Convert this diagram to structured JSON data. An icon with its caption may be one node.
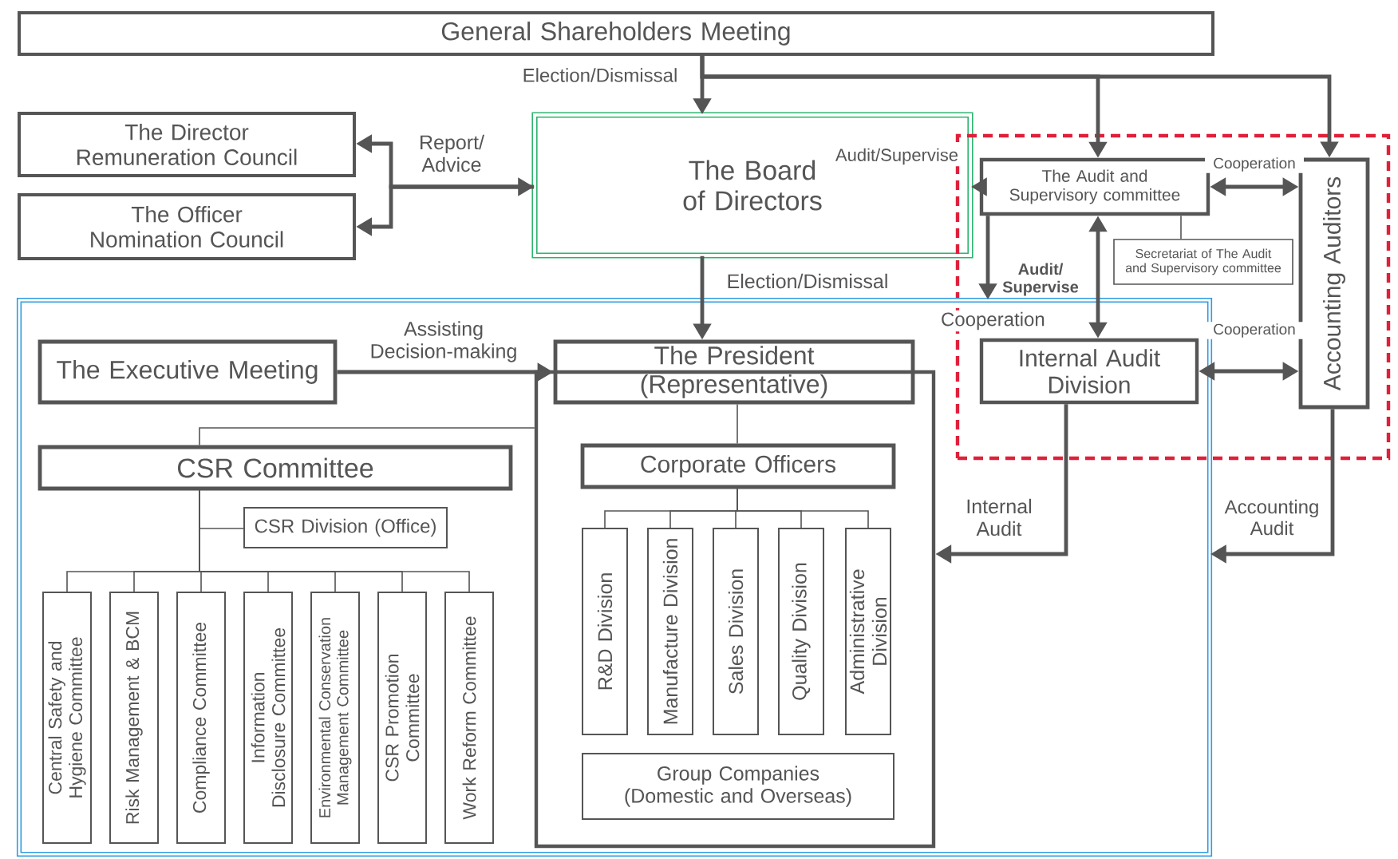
{
  "diagram": {
    "nodes": [
      {
        "text": [
          "General Shareholders Meeting"
        ]
      },
      {
        "text": [
          "The Director Remuneration Council"
        ]
      },
      {
        "text": [
          "The Officer Nomination Council"
        ]
      },
      {
        "text": [
          "The Board of Directors"
        ]
      },
      {
        "text": [],
        "shape": "box"
      },
      {
        "text": [
          "The Audit and Supervisory committee"
        ],
        "in": 4
      },
      {
        "text": [
          "Accounting Auditors"
        ],
        "in": 4
      },
      {
        "text": [
          "Secretariat of The Audit and Supervisory committee"
        ],
        "in": 4
      },
      {
        "text": [],
        "shape": "box"
      },
      {
        "text": [
          "The Executive Meeting"
        ],
        "in": 8
      },
      {
        "text": [
          "The President (Representative)"
        ],
        "in": 8
      },
      {
        "text": [
          "Internal Audit Division"
        ]
      },
      {
        "text": [],
        "shape": "box",
        "in": 8
      },
      {
        "text": [
          "CSR Committee"
        ],
        "in": 8
      },
      {
        "text": [
          "CSR Division (Office)"
        ],
        "in": 8
      },
      {
        "text": [
          "Central Safety and Hygiene Committee"
        ],
        "in": 8
      },
      {
        "text": [
          "Risk Management & BCM"
        ],
        "in": 8
      },
      {
        "text": [
          "Compliance Committee"
        ],
        "in": 8
      },
      {
        "text": [
          "Information Disclosure Committee"
        ],
        "in": 8
      },
      {
        "text": [
          "Environmental Conservation Management Committee"
        ],
        "in": 8
      },
      {
        "text": [
          "CSR Promotion Committee"
        ],
        "in": 8
      },
      {
        "text": [
          "Work Reform Committee"
        ],
        "in": 8
      },
      {
        "text": [
          "Corporate Officers"
        ],
        "in": 12
      },
      {
        "text": [
          "R&D Division"
        ],
        "in": 12
      },
      {
        "text": [
          "Manufacture Division"
        ],
        "in": 12
      },
      {
        "text": [
          "Sales Division"
        ],
        "in": 12
      },
      {
        "text": [
          "Quality Division"
        ],
        "in": 12
      },
      {
        "text": [
          "Administrative Division"
        ],
        "in": 12
      },
      {
        "text": [
          "Group Companies (Domestic and Overseas)"
        ],
        "in": 12
      }
    ],
    "edges": [
      {
        "from": 0,
        "to": 3,
        "arrow": "to",
        "label": "Election/Dismissal",
        "style": "thick"
      },
      {
        "from": 0,
        "to": 5,
        "arrow": "to",
        "style": "thick"
      },
      {
        "from": 0,
        "to": 6,
        "arrow": "to",
        "style": "thick"
      },
      {
        "from": 3,
        "to": 1,
        "arrow": "both",
        "label": "Report/ Advice",
        "style": "thick"
      },
      {
        "from": 3,
        "to": 2,
        "arrow": "to",
        "style": "thick"
      },
      {
        "from": 5,
        "to": 3,
        "arrow": "to",
        "label": "Audit/Supervise",
        "style": "thick"
      },
      {
        "from": 5,
        "to": 6,
        "arrow": "both",
        "label": "Cooperation",
        "style": "thick"
      },
      {
        "from": 5,
        "to": 8,
        "arrow": "to",
        "label": "Audit/ Supervise",
        "style": "thick"
      },
      {
        "from": 5,
        "to": 11,
        "arrow": "both",
        "label": "Cooperation",
        "style": "thick"
      },
      {
        "from": 11,
        "to": 6,
        "arrow": "both",
        "label": "Cooperation",
        "style": "thick"
      },
      {
        "from": 3,
        "to": 10,
        "arrow": "to",
        "label": "Election/Dismissal",
        "style": "thick"
      },
      {
        "from": 9,
        "to": 10,
        "arrow": "to",
        "label": "Assisting Decision-making",
        "style": "thick"
      },
      {
        "from": 11,
        "to": 12,
        "arrow": "to",
        "label": "Internal Audit",
        "style": "thick"
      },
      {
        "from": 6,
        "to": 8,
        "arrow": "to",
        "label": "Accounting Audit",
        "style": "thick"
      },
      {
        "from": 5,
        "to": 7,
        "arrow": "none"
      },
      {
        "from": 12,
        "to": 13,
        "arrow": "none"
      },
      {
        "from": 13,
        "to": 14,
        "arrow": "none"
      },
      {
        "from": 13,
        "to": 15,
        "arrow": "none"
      },
      {
        "from": 13,
        "to": 16,
        "arrow": "none"
      },
      {
        "from": 13,
        "to": 17,
        "arrow": "none"
      },
      {
        "from": 13,
        "to": 18,
        "arrow": "none"
      },
      {
        "from": 13,
        "to": 19,
        "arrow": "none"
      },
      {
        "from": 13,
        "to": 20,
        "arrow": "none"
      },
      {
        "from": 13,
        "to": 21,
        "arrow": "none"
      },
      {
        "from": 10,
        "to": 22,
        "arrow": "none"
      },
      {
        "from": 22,
        "to": 23,
        "arrow": "none"
      },
      {
        "from": 22,
        "to": 24,
        "arrow": "none"
      },
      {
        "from": 22,
        "to": 25,
        "arrow": "none"
      },
      {
        "from": 22,
        "to": 26,
        "arrow": "none"
      },
      {
        "from": 22,
        "to": 27,
        "arrow": "none"
      }
    ]
  }
}
